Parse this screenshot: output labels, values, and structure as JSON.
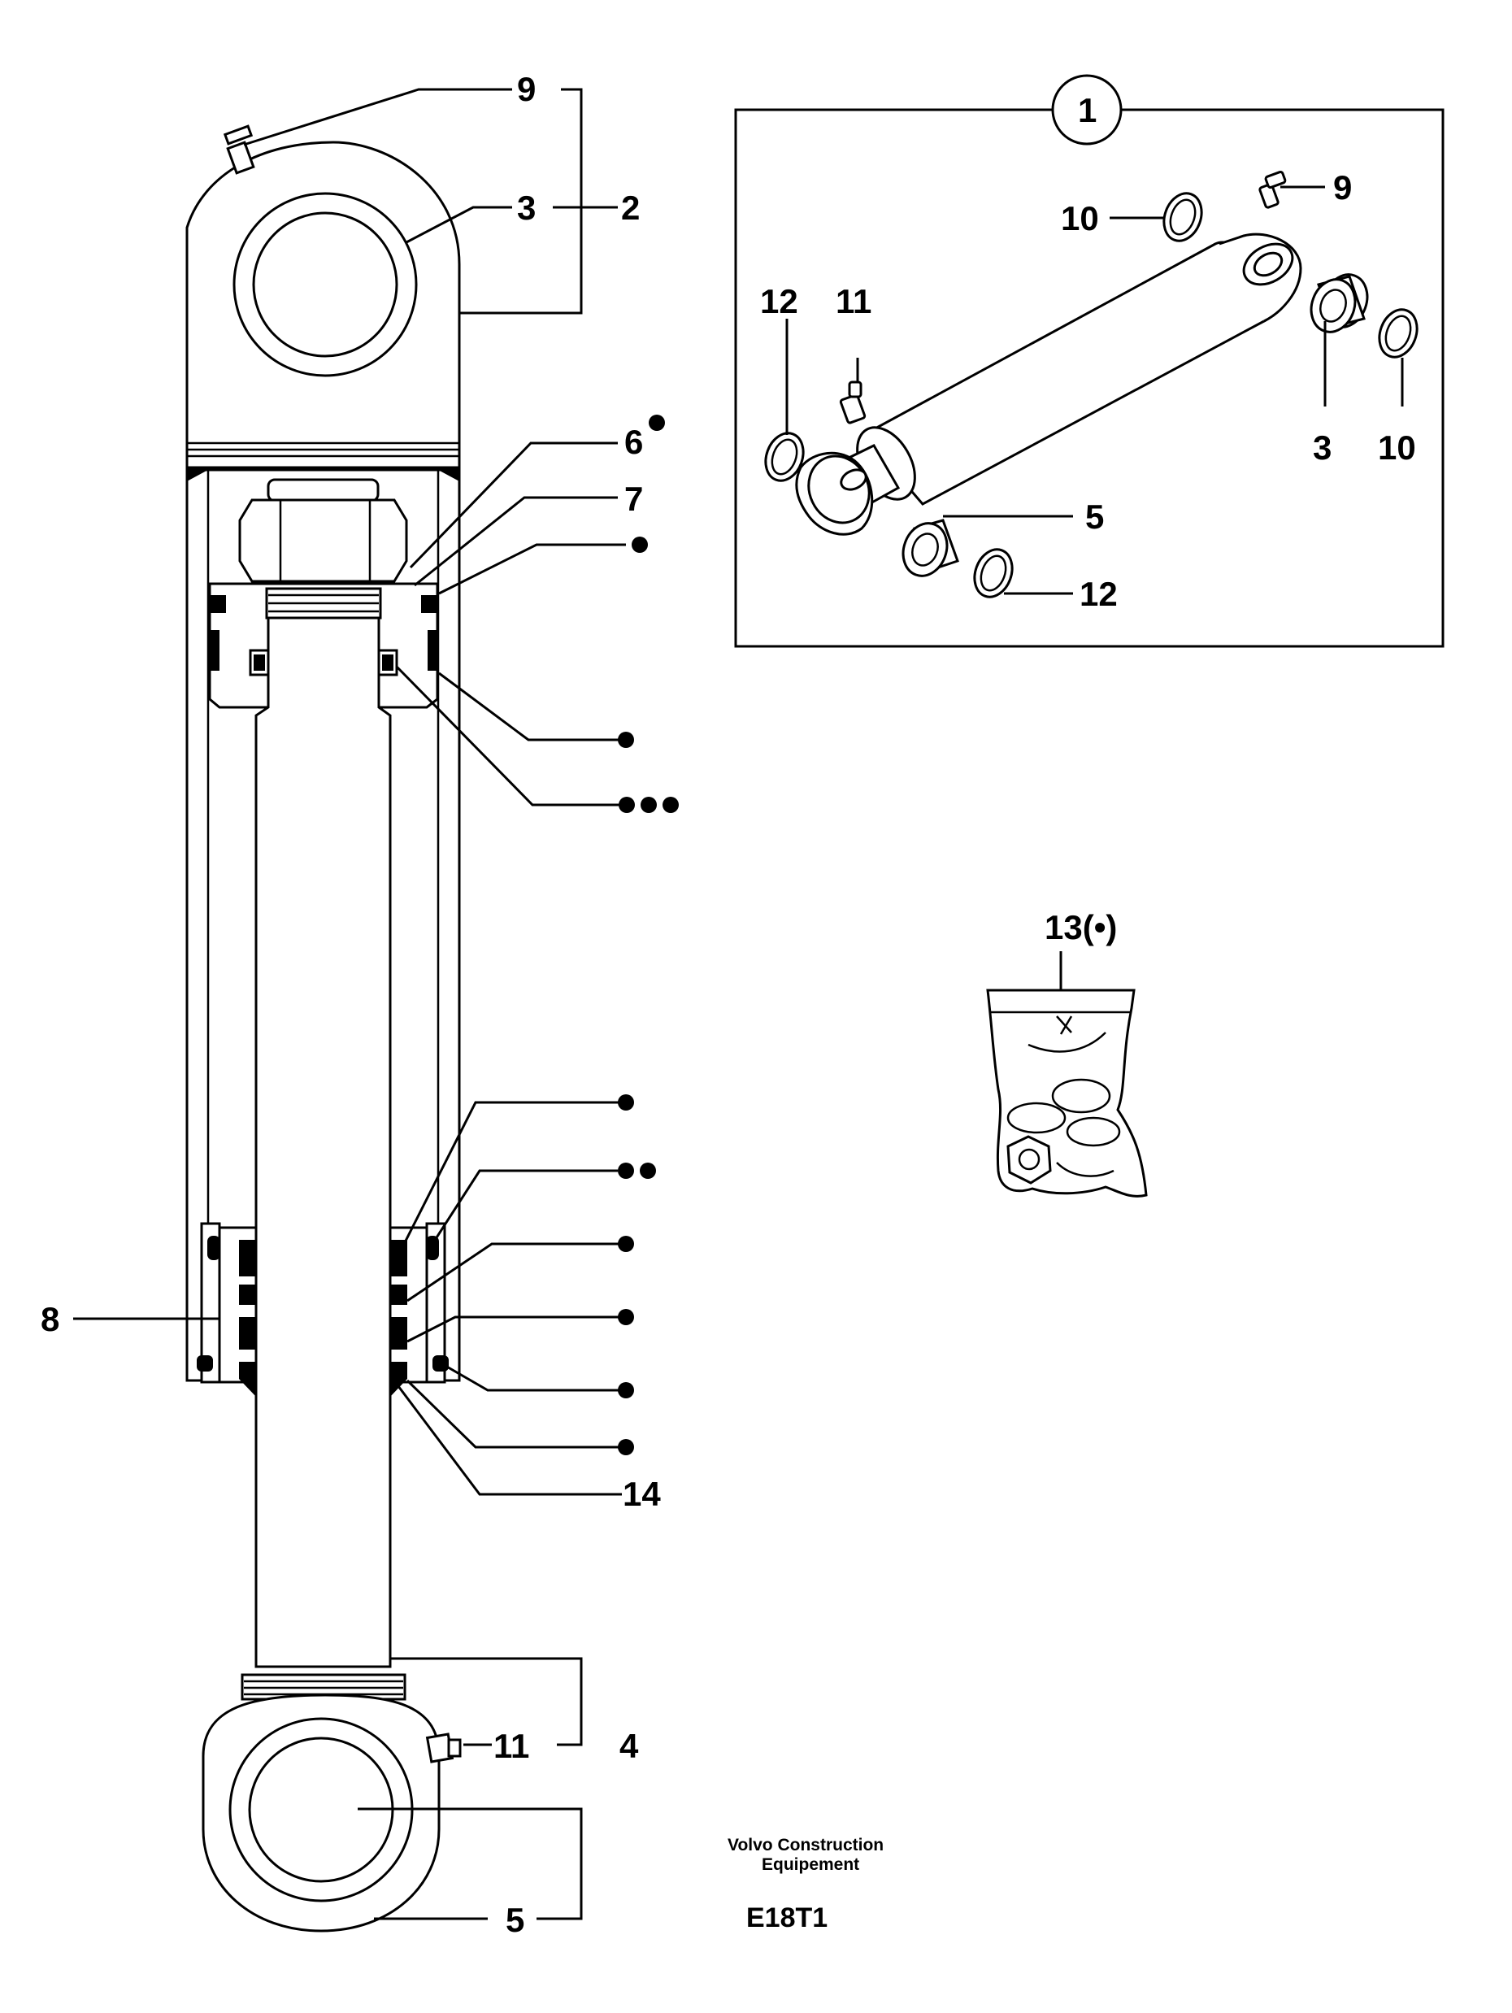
{
  "callouts": {
    "top_9": "9",
    "top_3": "3",
    "top_2": "2",
    "c6": "6",
    "c7": "7",
    "c8": "8",
    "c14": "14",
    "c11": "11",
    "c4": "4",
    "c5": "5"
  },
  "inset": {
    "badge": "1",
    "c9": "9",
    "c10a": "10",
    "c12a": "12",
    "c11": "11",
    "c3": "3",
    "c10b": "10",
    "c5": "5",
    "c12b": "12"
  },
  "kit_label": "13(•)",
  "footer": {
    "maker_line1": "Volvo Construction",
    "maker_line2": "Equipement",
    "drawing_code": "E18T1"
  },
  "colors": {
    "ink": "#000000",
    "paper": "#ffffff"
  }
}
